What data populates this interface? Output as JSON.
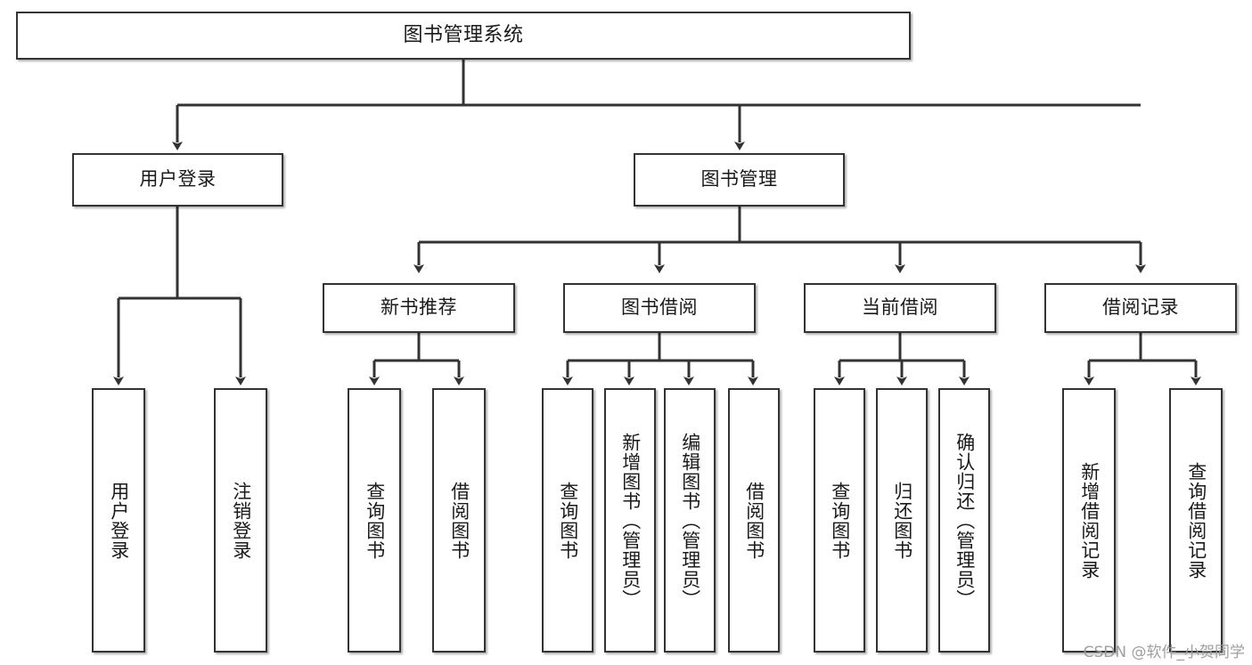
{
  "diagram": {
    "type": "tree-hierarchy-chart",
    "title": "图书管理系统",
    "root": {
      "label": "图书管理系统",
      "level": 0
    },
    "level1": [
      {
        "label": "用户登录"
      },
      {
        "label": "图书管理"
      }
    ],
    "level2": [
      {
        "label": "新书推荐",
        "parent": "图书管理"
      },
      {
        "label": "图书借阅",
        "parent": "图书管理"
      },
      {
        "label": "当前借阅",
        "parent": "图书管理"
      },
      {
        "label": "借阅记录",
        "parent": "图书管理"
      }
    ],
    "leaves": {
      "user_login": [
        {
          "label": "用户登录"
        },
        {
          "label": "注销登录"
        }
      ],
      "new_book_recommend": [
        {
          "label": "查询图书"
        },
        {
          "label": "借阅图书"
        }
      ],
      "book_borrow": [
        {
          "label": "查询图书"
        },
        {
          "label": "新增图书（管理员）"
        },
        {
          "label": "编辑图书（管理员）"
        },
        {
          "label": "借阅图书"
        }
      ],
      "current_borrow": [
        {
          "label": "查询图书"
        },
        {
          "label": "归还图书"
        },
        {
          "label": "确认归还（管理员）"
        }
      ],
      "borrow_record": [
        {
          "label": "新增借阅记录"
        },
        {
          "label": "查询借阅记录"
        }
      ]
    }
  },
  "watermark": {
    "text": "CSDN @软件_小贺同学"
  },
  "colors": {
    "line": "#333333",
    "box_border": "#333333",
    "background": "#ffffff",
    "text": "#1a1a1a",
    "watermark": "#9a9a9a"
  }
}
